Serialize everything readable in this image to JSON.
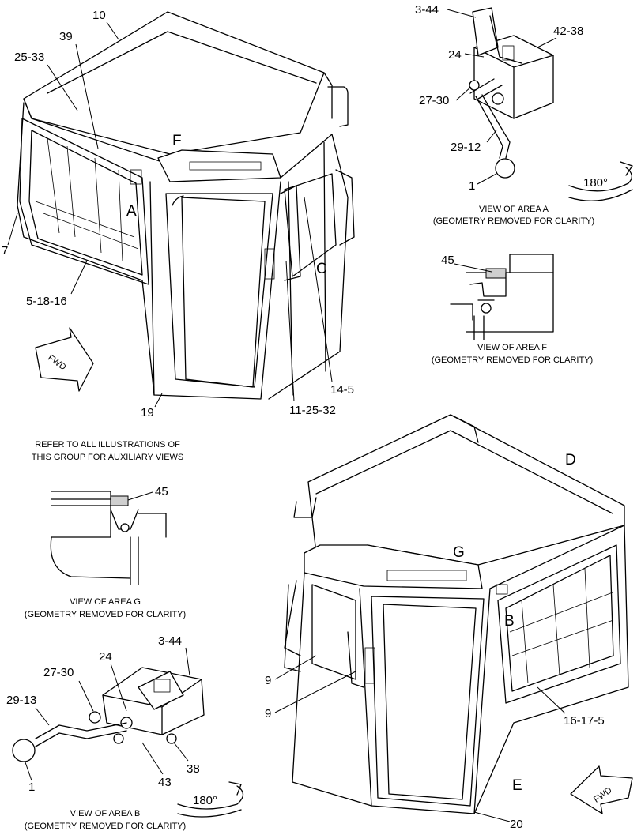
{
  "callouts": {
    "c10": "10",
    "c39": "39",
    "c25_33": "25-33",
    "cF": "F",
    "cA": "A",
    "c7": "7",
    "c5_18_16": "5-18-16",
    "cC": "C",
    "c14_5": "14-5",
    "c11_25_32": "11-25-32",
    "c19": "19",
    "cD": "D",
    "cG": "G",
    "cB": "B",
    "c9a": "9",
    "c9b": "9",
    "c16_17_5": "16-17-5",
    "cE": "E",
    "c20": "20"
  },
  "fwd_labels": {
    "top_left": "FWD",
    "bottom_right": "FWD"
  },
  "view_a": {
    "callouts": {
      "c3_44": "3-44",
      "c24": "24",
      "c42_38": "42-38",
      "c27_30": "27-30",
      "c29_12": "29-12",
      "c1": "1"
    },
    "rotation": "180°",
    "caption_line1": "VIEW OF AREA A",
    "caption_line2": "(GEOMETRY REMOVED FOR CLARITY)"
  },
  "view_f": {
    "callouts": {
      "c45": "45"
    },
    "caption_line1": "VIEW OF AREA F",
    "caption_line2": "(GEOMETRY REMOVED FOR CLARITY)"
  },
  "refer_note": {
    "line1": "REFER TO ALL ILLUSTRATIONS OF",
    "line2": "THIS GROUP FOR AUXILIARY VIEWS"
  },
  "view_g": {
    "callouts": {
      "c45": "45"
    },
    "caption_line1": "VIEW OF AREA G",
    "caption_line2": "(GEOMETRY REMOVED FOR CLARITY)"
  },
  "view_b": {
    "callouts": {
      "c3_44": "3-44",
      "c24": "24",
      "c27_30": "27-30",
      "c29_13": "29-13",
      "c1": "1",
      "c43": "43",
      "c38": "38"
    },
    "rotation": "180°",
    "caption_line1": "VIEW OF AREA B",
    "caption_line2": "(GEOMETRY REMOVED FOR CLARITY)"
  }
}
